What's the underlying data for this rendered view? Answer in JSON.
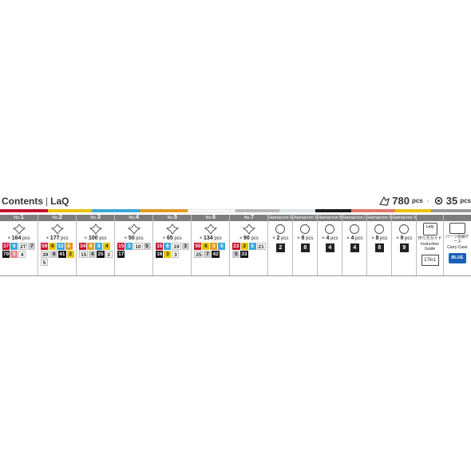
{
  "header": {
    "title": "Contents",
    "separator": "|",
    "subtitle": "LaQ",
    "total_pieces": "780",
    "pieces_unit": "pcs",
    "dot": "·",
    "total_parts": "35",
    "parts_unit": "pcs"
  },
  "stripe_colors": [
    "#c8102e",
    "#e8c400",
    "#3aa9d8",
    "#e29b23",
    "#ffffff",
    "#b8b8b8",
    "#d9e4ea",
    "#1c1c1c",
    "#e07a6a",
    "#e8c400",
    "#9a9a9a"
  ],
  "pieces": [
    {
      "label": "No.",
      "num": "1",
      "count": "164",
      "unit": "pcs",
      "tiles": [
        {
          "v": "37",
          "c": "#c8102e"
        },
        {
          "v": "6",
          "c": "#3aa9d8"
        },
        {
          "v": "27",
          "c": "#ffffff"
        },
        {
          "v": "7",
          "c": "#c9c9c9"
        },
        {
          "v": "79",
          "c": "#111111"
        },
        {
          "v": "3",
          "c": "#e8888a"
        },
        {
          "v": "4",
          "c": "#ffffff"
        }
      ]
    },
    {
      "label": "No.",
      "num": "2",
      "count": "177",
      "unit": "pcs",
      "tiles": [
        {
          "v": "59",
          "c": "#c8102e"
        },
        {
          "v": "6",
          "c": "#e8c400"
        },
        {
          "v": "12",
          "c": "#3aa9d8"
        },
        {
          "v": "6",
          "c": "#e29b23"
        },
        {
          "v": "39",
          "c": "#ffffff"
        },
        {
          "v": "6",
          "c": "#c9c9c9"
        },
        {
          "v": "41",
          "c": "#111111"
        },
        {
          "v": "3",
          "c": "#e8c400"
        },
        {
          "v": "5",
          "c": "#ffffff"
        }
      ]
    },
    {
      "label": "No.",
      "num": "3",
      "count": "100",
      "unit": "pcs",
      "tiles": [
        {
          "v": "34",
          "c": "#c8102e"
        },
        {
          "v": "6",
          "c": "#e29b23"
        },
        {
          "v": "9",
          "c": "#3aa9d8"
        },
        {
          "v": "4",
          "c": "#e8c400"
        },
        {
          "v": "15",
          "c": "#ffffff"
        },
        {
          "v": "4",
          "c": "#c9c9c9"
        },
        {
          "v": "25",
          "c": "#111111"
        },
        {
          "v": "3",
          "c": "#ffffff"
        }
      ]
    },
    {
      "label": "No.",
      "num": "4",
      "count": "50",
      "unit": "pcs",
      "tiles": [
        {
          "v": "15",
          "c": "#c8102e"
        },
        {
          "v": "3",
          "c": "#3aa9d8"
        },
        {
          "v": "10",
          "c": "#ffffff"
        },
        {
          "v": "5",
          "c": "#c9c9c9"
        },
        {
          "v": "17",
          "c": "#111111"
        }
      ]
    },
    {
      "label": "No.",
      "num": "5",
      "count": "65",
      "unit": "pcs",
      "tiles": [
        {
          "v": "15",
          "c": "#c8102e"
        },
        {
          "v": "6",
          "c": "#3aa9d8"
        },
        {
          "v": "19",
          "c": "#ffffff"
        },
        {
          "v": "3",
          "c": "#c9c9c9"
        },
        {
          "v": "16",
          "c": "#111111"
        },
        {
          "v": "3",
          "c": "#e8c400"
        },
        {
          "v": "3",
          "c": "#ffffff"
        }
      ]
    },
    {
      "label": "No.",
      "num": "6",
      "count": "134",
      "unit": "pcs",
      "tiles": [
        {
          "v": "50",
          "c": "#c8102e"
        },
        {
          "v": "6",
          "c": "#e8c400"
        },
        {
          "v": "5",
          "c": "#e29b23"
        },
        {
          "v": "5",
          "c": "#3aa9d8"
        },
        {
          "v": "25",
          "c": "#ffffff"
        },
        {
          "v": "7",
          "c": "#c9c9c9"
        },
        {
          "v": "42",
          "c": "#111111"
        }
      ]
    },
    {
      "label": "No.",
      "num": "7",
      "count": "90",
      "unit": "pcs",
      "tiles": [
        {
          "v": "23",
          "c": "#c8102e"
        },
        {
          "v": "3",
          "c": "#e8c400"
        },
        {
          "v": "5",
          "c": "#3aa9d8"
        },
        {
          "v": "21",
          "c": "#ffffff"
        },
        {
          "v": "5",
          "c": "#c9c9c9"
        },
        {
          "v": "33",
          "c": "#111111"
        }
      ]
    }
  ],
  "hamacron": [
    {
      "label": "Hamacron M",
      "count": "2",
      "unit": "pcs",
      "box": "2"
    },
    {
      "label": "Hamacron S",
      "count": "8",
      "unit": "pcs",
      "box": "8"
    },
    {
      "label": "Hamacron BillsSet A",
      "count": "4",
      "unit": "pcs",
      "box": "4"
    },
    {
      "label": "Hamacron Long S",
      "count": "4",
      "unit": "pcs",
      "box": "4"
    },
    {
      "label": "Hamacron Wht M",
      "count": "8",
      "unit": "pcs",
      "box": "8"
    },
    {
      "label": "Hamacron Wht S",
      "count": "9",
      "unit": "pcs",
      "box": "9"
    }
  ],
  "extras": {
    "guide_logo": "LaQ",
    "guide_jp": "作り方ガイド",
    "guide_en": "Instruction Guide",
    "book_label": "17in1",
    "case_jp": "パーツ収納ケース",
    "case_en": "Carry Case",
    "case_color": "BLUE"
  }
}
